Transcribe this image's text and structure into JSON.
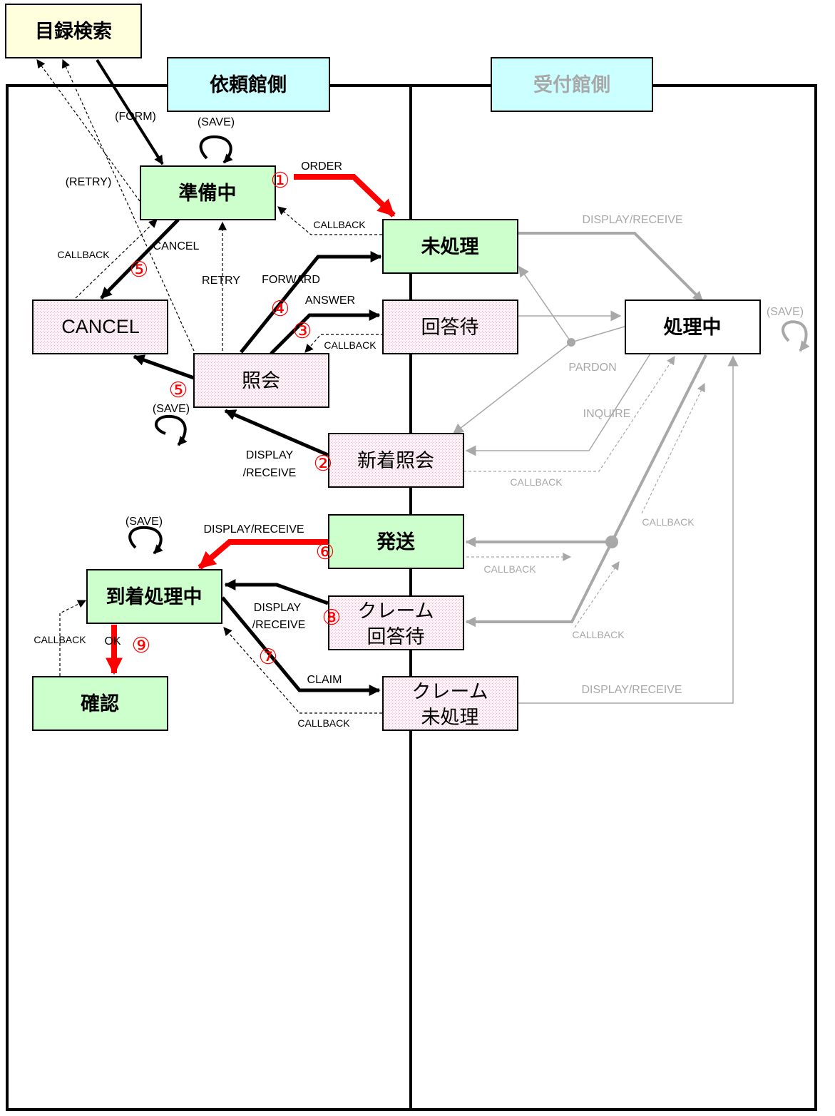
{
  "headers": {
    "catalog": "目録検索",
    "requester": "依頼館側",
    "receiver": "受付館側"
  },
  "states": {
    "preparing": "準備中",
    "unprocessed": "未処理",
    "processing": "処理中",
    "awaiting_answer": "回答待",
    "cancel": "CANCEL",
    "inquiry": "照会",
    "new_inquiry": "新着照会",
    "shipped": "発送",
    "arrival_processing": "到着処理中",
    "claim_awaiting_line1": "クレーム",
    "claim_awaiting_line2": "回答待",
    "claim_unprocessed_line1": "クレーム",
    "claim_unprocessed_line2": "未処理",
    "confirmed": "確認"
  },
  "labels": {
    "form": "(FORM)",
    "save_top": "(SAVE)",
    "retry_paren": "(RETRY)",
    "order": "ORDER",
    "callback_1": "CALLBACK",
    "display_receive_top": "DISPLAY/RECEIVE",
    "cancel_lbl": "CANCEL",
    "callback_2": "CALLBACK",
    "retry": "RETRY",
    "forward": "FORWARD",
    "answer": "ANSWER",
    "save_right": "(SAVE)",
    "callback_3": "CALLBACK",
    "pardon": "PARDON",
    "save_left": "(SAVE)",
    "inquire": "INQUIRE",
    "display": "DISPLAY",
    "receive": "/RECEIVE",
    "callback_4": "CALLBACK",
    "callback_5": "CALLBACK",
    "save_bottom": "(SAVE)",
    "display_receive_mid": "DISPLAY/RECEIVE",
    "callback_6": "CALLBACK",
    "display_2": "DISPLAY",
    "receive_2": "/RECEIVE",
    "callback_7": "CALLBACK",
    "ok": "OK",
    "claim": "CLAIM",
    "callback_8": "CALLBACK",
    "display_receive_bottom": "DISPLAY/RECEIVE",
    "callback_9": "CALLBACK"
  },
  "steps": {
    "s1": "①",
    "s2": "②",
    "s3": "③",
    "s4": "④",
    "s5a": "⑤",
    "s5b": "⑤",
    "s6": "⑥",
    "s7": "⑦",
    "s8": "⑧",
    "s9": "⑨"
  },
  "colors": {
    "active_state": "#ccffcc",
    "pending_state": "#ffe6f0",
    "catalog_box": "#ffffdd",
    "header_box": "#ccffff",
    "highlight_arrow": "#ff0000",
    "inactive": "#a8a8a8"
  }
}
